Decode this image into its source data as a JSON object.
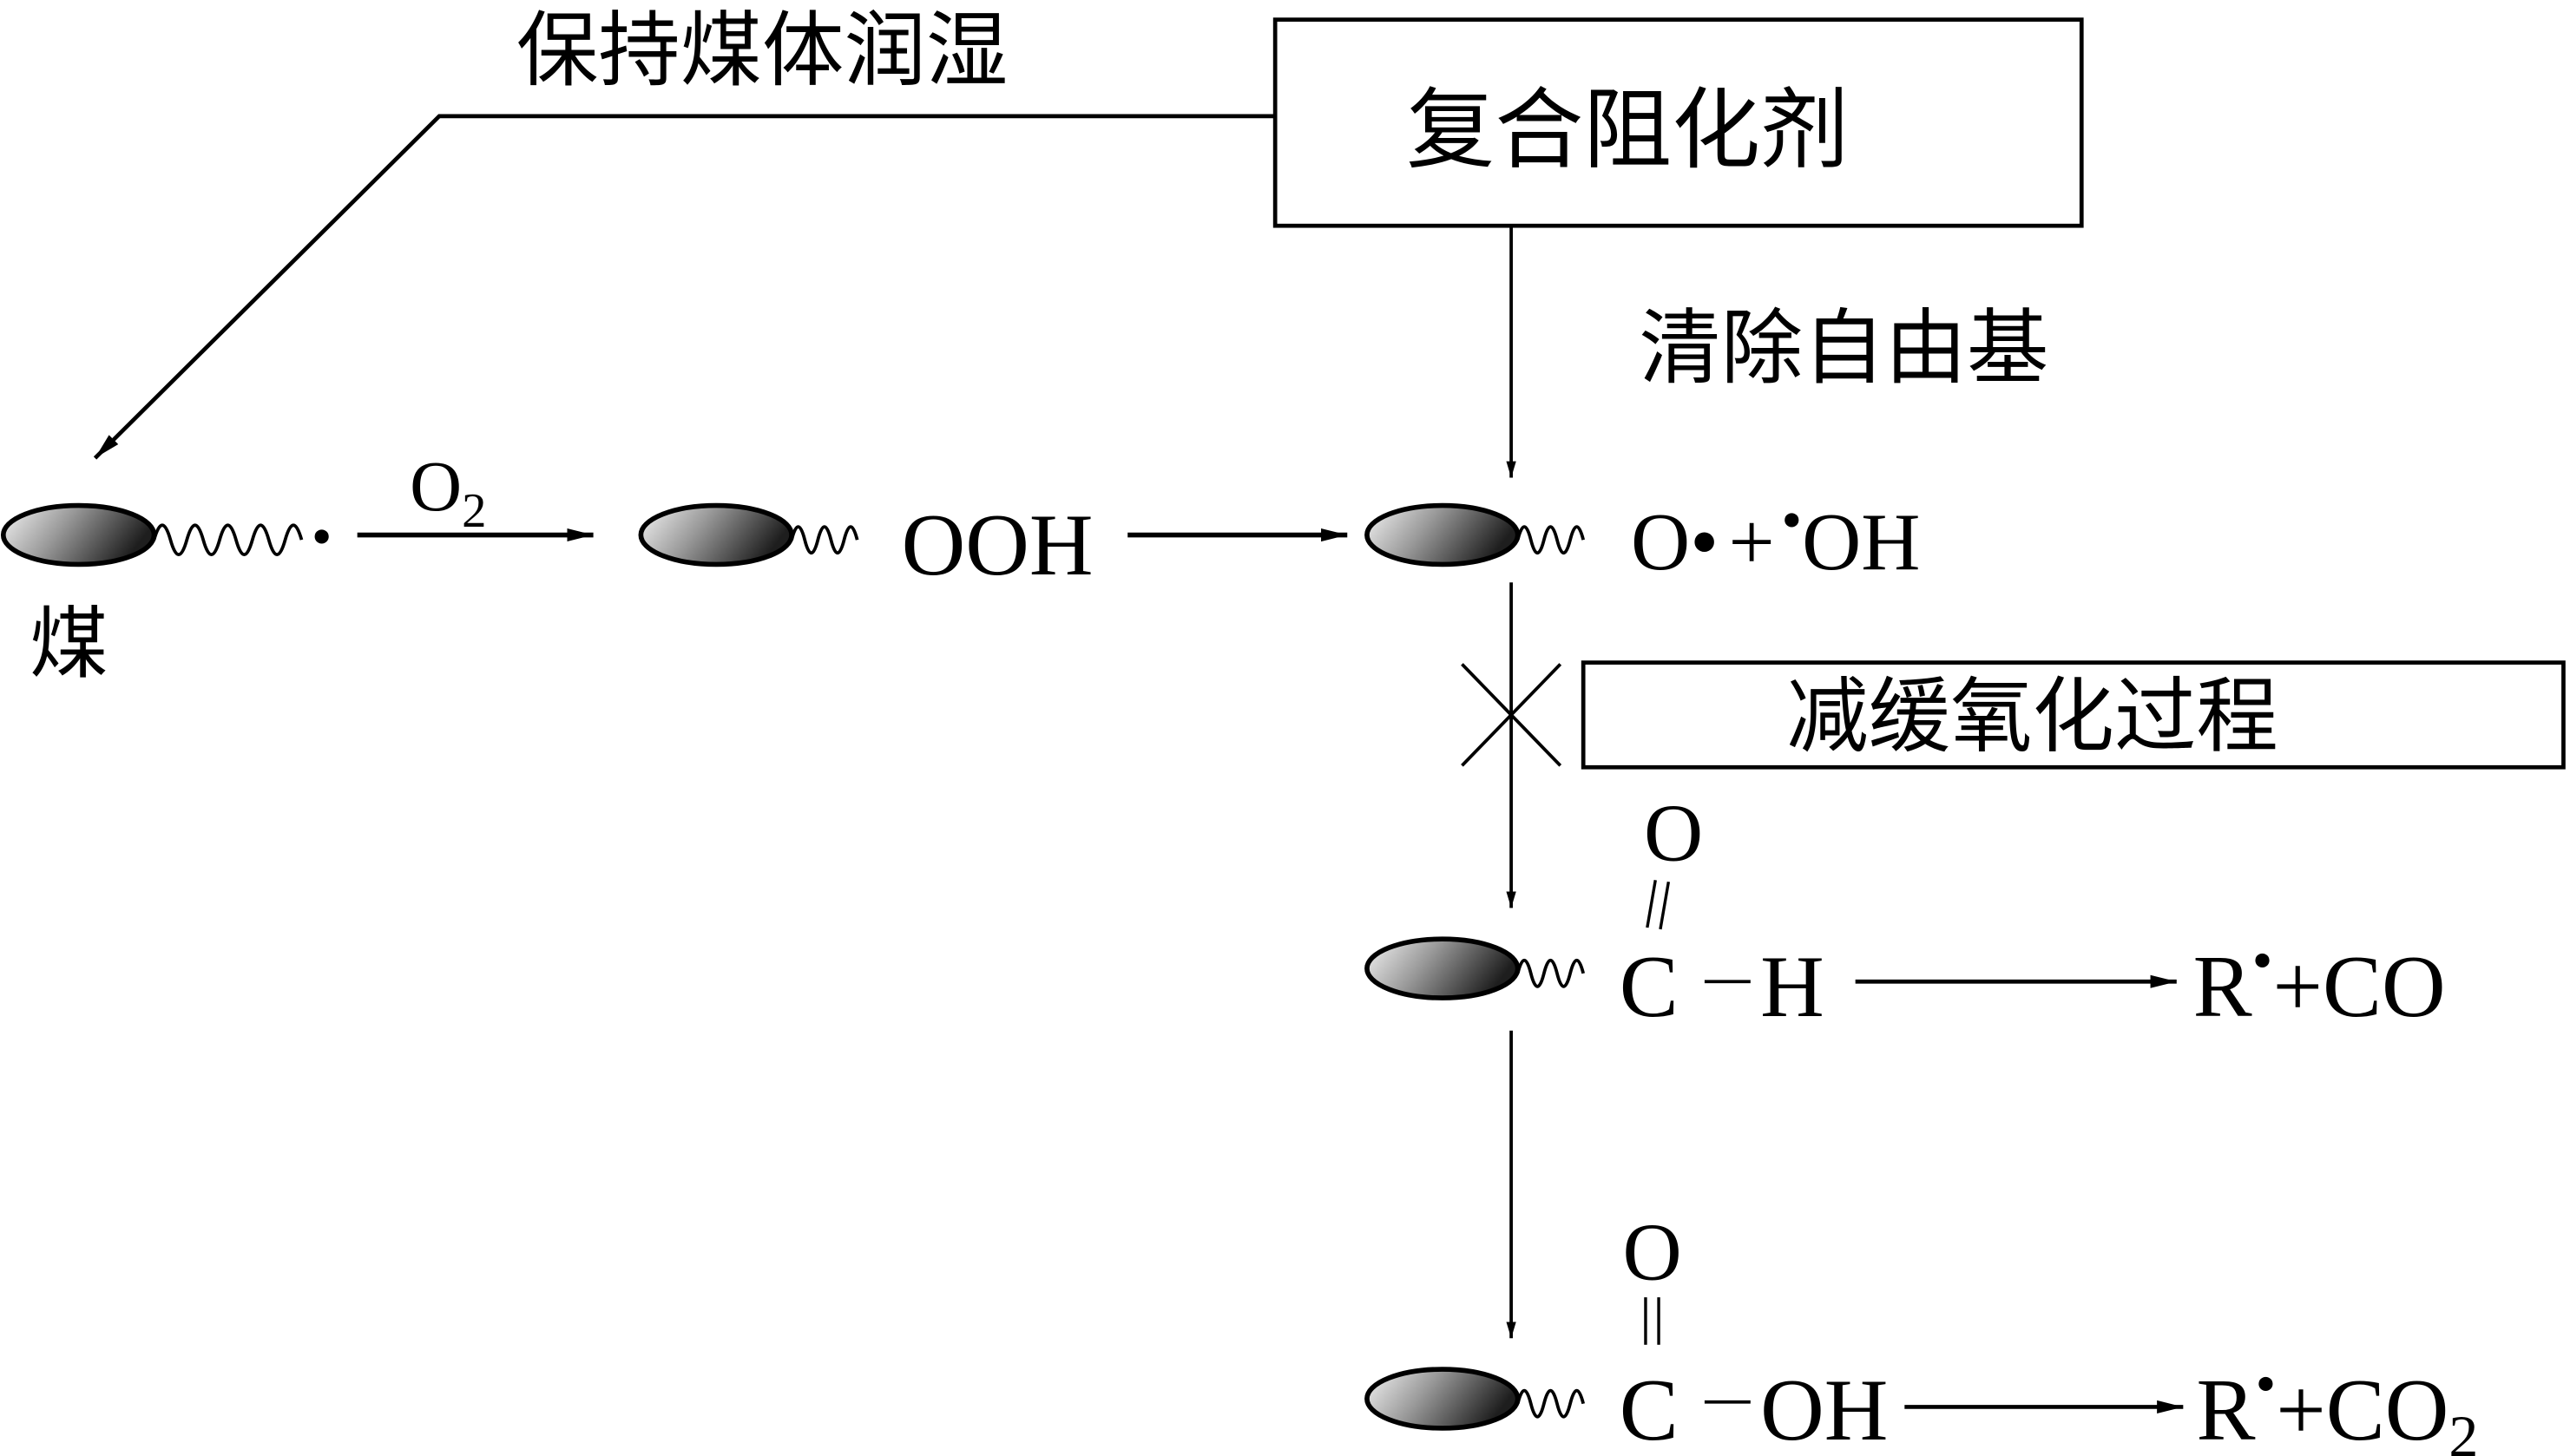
{
  "diagram": {
    "title_top_left": "保持煤体润湿",
    "box_top": "复合阻化剂",
    "label_scavenge": "清除自由基",
    "box_slow": "减缓氧化过程",
    "coal_label": "煤",
    "row1": {
      "radical_dot": "•",
      "reagent": "O",
      "reagent_sub": "2",
      "product": "OOH"
    },
    "row2": {
      "species_a": "O•",
      "plus": "+",
      "species_b_dot": "•",
      "species_b": "OH"
    },
    "row3": {
      "carbonyl_o": "O",
      "carbon": "C",
      "bond": "−",
      "group": "H",
      "products_r": "R",
      "products_dot": "•",
      "products_rest": "+CO"
    },
    "row4": {
      "carbonyl_o": "O",
      "carbon": "C",
      "bond": "−",
      "group": "OH",
      "products_r": "R",
      "products_dot": "•",
      "products_rest": "+CO",
      "products_sub": "2"
    },
    "colors": {
      "ink": "#000000",
      "particle_light": "#f2f2f2",
      "particle_dark": "#2a2a2a"
    }
  }
}
